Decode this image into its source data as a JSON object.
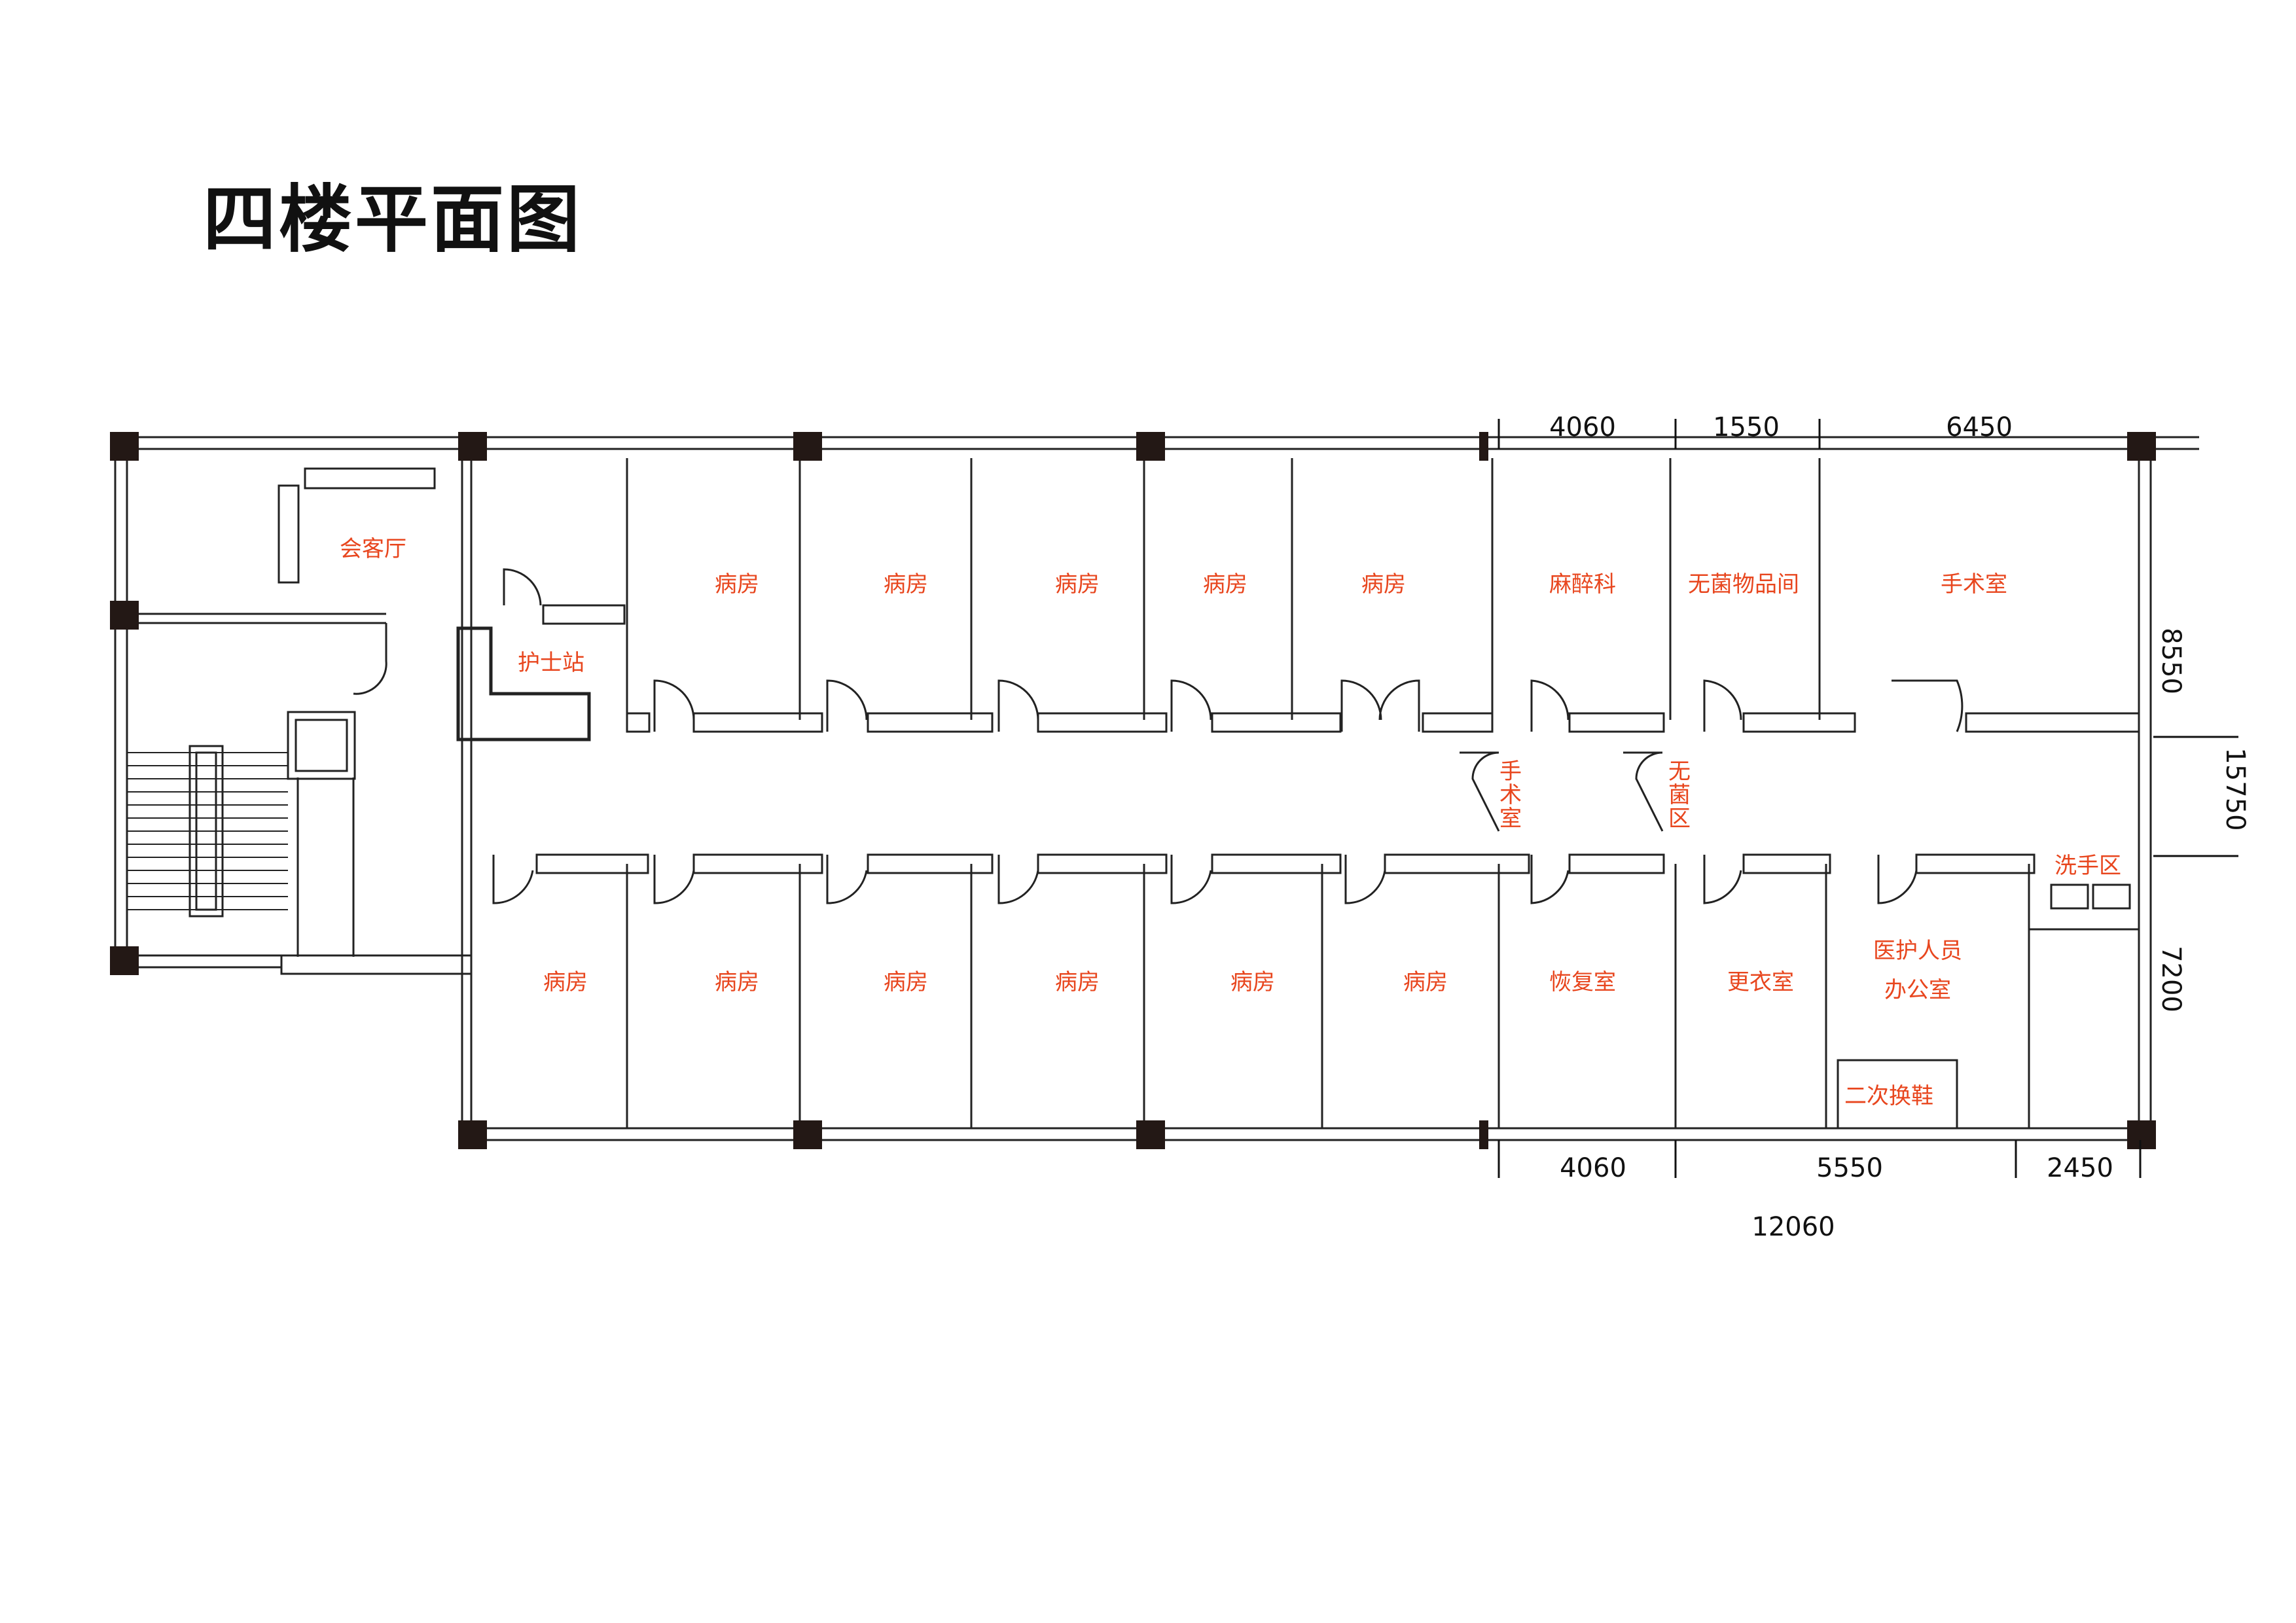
{
  "title": "四楼平面图",
  "colors": {
    "wall": "#222222",
    "label": "#e8461e",
    "dimension": "#111111",
    "column": "#231815"
  },
  "rooms": {
    "reception": "会客厅",
    "nurse": "护士站",
    "ward": "病房",
    "anesthesia": "麻醉科",
    "sterile_store": "无菌物品间",
    "operating": "手术室",
    "op_corridor_1": "手",
    "op_corridor_2": "术",
    "op_corridor_3": "室",
    "sterile_zone_1": "无",
    "sterile_zone_2": "菌",
    "sterile_zone_3": "区",
    "handwash": "洗手区",
    "recovery": "恢复室",
    "changing": "更衣室",
    "staff_office_1": "医护人员",
    "staff_office_2": "办公室",
    "shoe_change": "二次换鞋"
  },
  "dimensions": {
    "top_1": "4060",
    "top_2": "1550",
    "top_3": "6450",
    "right_1": "8550",
    "right_total": "15750",
    "right_2": "7200",
    "bottom_1": "4060",
    "bottom_2": "5550",
    "bottom_3": "2450",
    "bottom_total": "12060"
  }
}
